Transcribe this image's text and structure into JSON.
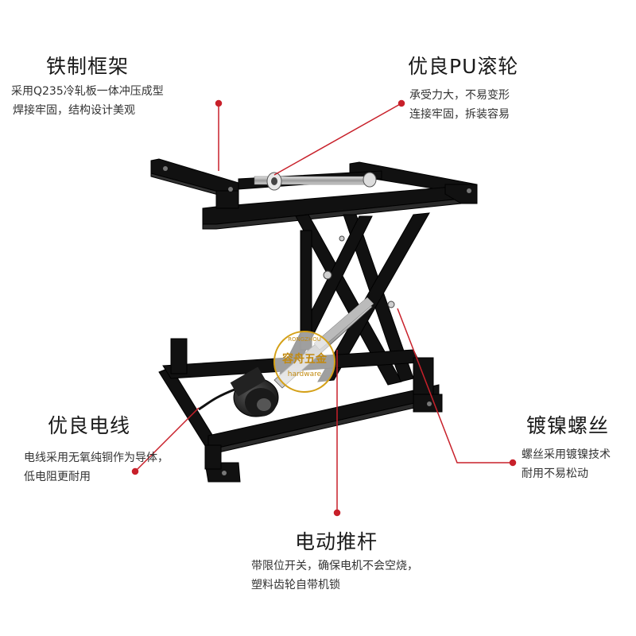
{
  "callouts": {
    "frame": {
      "title": "铁制框架",
      "lines": [
        "采用Q235冷轧板一体冲压成型",
        "焊接牢固，结构设计美观"
      ]
    },
    "wheel": {
      "title": "优良PU滚轮",
      "lines": [
        "承受力大，不易变形",
        "连接牢固，拆装容易"
      ]
    },
    "wire": {
      "title": "优良电线",
      "lines": [
        "电线采用无氧纯铜作为导体，",
        "低电阻更耐用"
      ]
    },
    "screw": {
      "title": "镀镍螺丝",
      "lines": [
        "螺丝采用镀镍技术",
        "耐用不易松动"
      ]
    },
    "actuator": {
      "title": "电动推杆",
      "lines": [
        "带限位开关，确保电机不会空烧，",
        "塑料齿轮自带机锁"
      ]
    }
  },
  "watermark": {
    "top": "RONGZHOU",
    "name": "容舟五金",
    "bottom": "hardware"
  },
  "colors": {
    "leader": "#c8202a",
    "frame": "#111111"
  }
}
